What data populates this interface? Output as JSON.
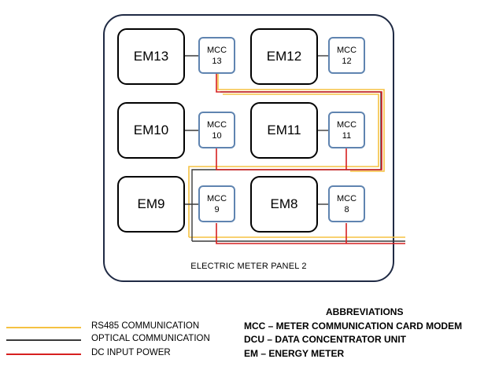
{
  "panel": {
    "label": "ELECTRIC METER PANEL 2"
  },
  "meters": [
    {
      "em": "EM13",
      "mcc": [
        "MCC",
        "13"
      ]
    },
    {
      "em": "EM12",
      "mcc": [
        "MCC",
        "12"
      ]
    },
    {
      "em": "EM10",
      "mcc": [
        "MCC",
        "10"
      ]
    },
    {
      "em": "EM11",
      "mcc": [
        "MCC",
        "11"
      ]
    },
    {
      "em": "EM9",
      "mcc": [
        "MCC",
        "9"
      ]
    },
    {
      "em": "EM8",
      "mcc": [
        "MCC",
        "8"
      ]
    }
  ],
  "colors": {
    "rs485": "#f5c242",
    "optical": "#3a3a3a",
    "dc_power": "#d62020",
    "mcc_border": "#5f84b0",
    "panel_border": "#1f2a44"
  },
  "legend": [
    {
      "label": "RS485 COMMUNICATION",
      "color": "#f5c242"
    },
    {
      "label": "OPTICAL COMMUNICATION",
      "color": "#3a3a3a"
    },
    {
      "label": "DC INPUT POWER",
      "color": "#d62020"
    }
  ],
  "abbreviations": {
    "title": "ABBREVIATIONS",
    "items": [
      "MCC – METER COMMUNICATION CARD MODEM",
      "DCU – DATA CONCENTRATOR UNIT",
      "EM – ENERGY METER"
    ]
  }
}
